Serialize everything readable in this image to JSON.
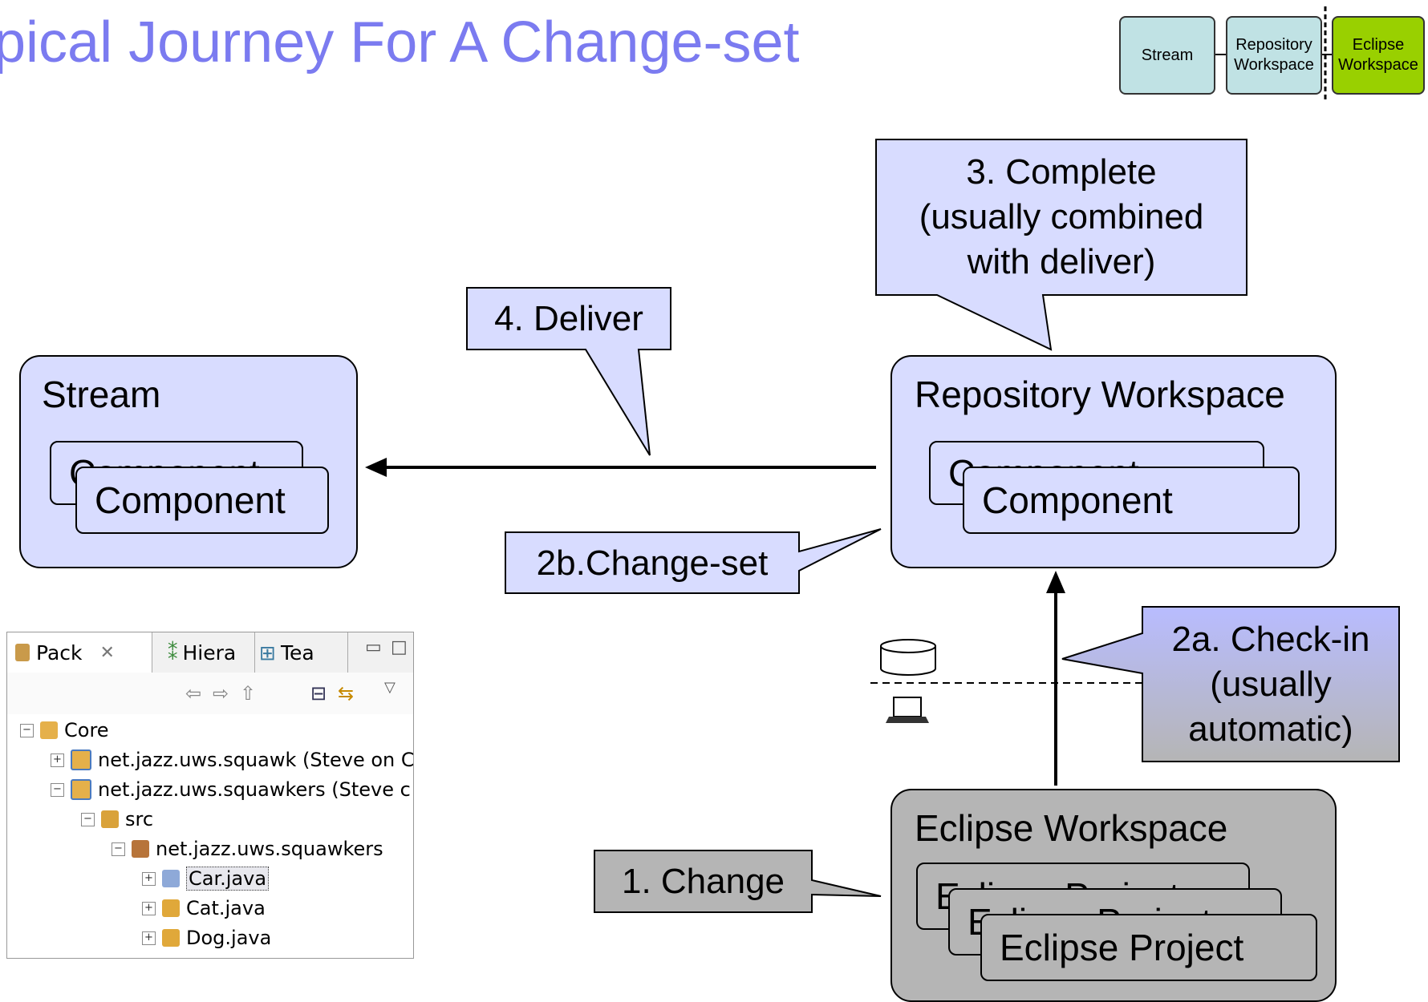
{
  "title": "pical Journey For A Change-set",
  "legend": {
    "stream": "Stream",
    "repo_line1": "Repository",
    "repo_line2": "Workspace",
    "eclipse_line1": "Eclipse",
    "eclipse_line2": "Workspace"
  },
  "stream_box": {
    "title": "Stream",
    "component_back": "Component",
    "component_front": "Component"
  },
  "repo_box": {
    "title": "Repository Workspace",
    "component_back": "Component",
    "component_front": "Component"
  },
  "eclipse_box": {
    "title": "Eclipse Workspace",
    "project_back": "Eclipse Project",
    "project_mid": "Eclipse Project",
    "project_front": "Eclipse Project"
  },
  "callouts": {
    "complete_l1": "3. Complete",
    "complete_l2": "(usually combined",
    "complete_l3": "with deliver)",
    "deliver": "4. Deliver",
    "changeset": "2b.Change-set",
    "checkin_l1": "2a. Check-in",
    "checkin_l2": "(usually",
    "checkin_l3": "automatic)",
    "change": "1. Change"
  },
  "colors": {
    "title": "#7b7bf0",
    "blue_fill": "#d8dcff",
    "gray_fill": "#b5b5b5",
    "checkin_top": "#b8bcff",
    "legend_teal": "#c0e2e4",
    "legend_green": "#99d000"
  },
  "tree": {
    "tabs": [
      "Pack",
      "Hiera",
      "Tea"
    ],
    "rows": [
      {
        "label": "Core",
        "icon": "project-icon"
      },
      {
        "label": "net.jazz.uws.squawk (Steve on C",
        "icon": "shared-project-icon"
      },
      {
        "label": "net.jazz.uws.squawkers (Steve c",
        "icon": "shared-project-icon"
      },
      {
        "label": "src",
        "icon": "source-folder-icon"
      },
      {
        "label": "net.jazz.uws.squawkers",
        "icon": "package-icon"
      },
      {
        "label": "Car.java",
        "icon": "java-file-icon"
      },
      {
        "label": "Cat.java",
        "icon": "java-file-icon"
      },
      {
        "label": "Dog.java",
        "icon": "java-file-icon"
      }
    ]
  }
}
